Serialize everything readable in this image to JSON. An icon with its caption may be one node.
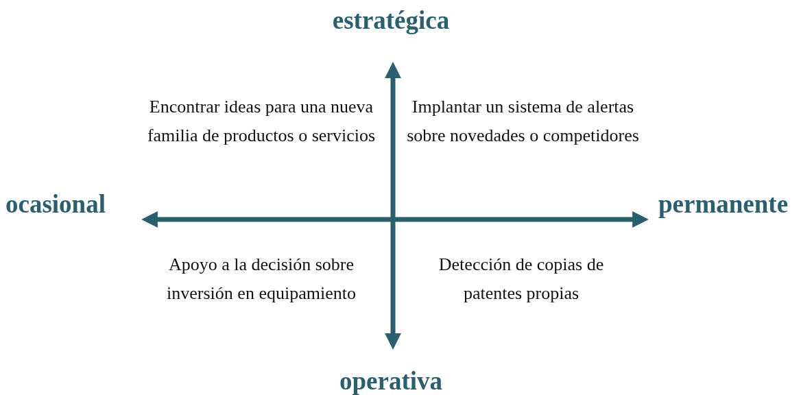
{
  "diagram": {
    "labels": [
      "estratégica",
      "Encontrar ideas para una nueva familia de productos o servicios",
      "Implantar un sistema de alertas sobre novedades o competidores",
      "ocasional",
      "permanente",
      "Apoyo a la decisión sobre inversión en equipamiento",
      "Detección de copias de patentes propias",
      "operativa"
    ]
  }
}
